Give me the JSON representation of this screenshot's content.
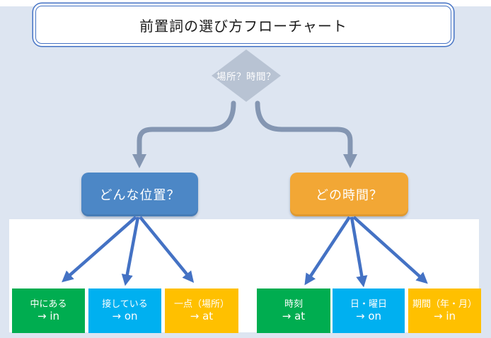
{
  "title": {
    "text": "前置詞の選び方フローチャート"
  },
  "root": {
    "text": "場所？時間？"
  },
  "branches": [
    {
      "question": "どんな位置？",
      "color": "#4C87C6",
      "children": [
        {
          "label": "中にある",
          "prep": "→ in",
          "color": "#00AD50"
        },
        {
          "label": "接している",
          "prep": "→ on",
          "color": "#00B0F0"
        },
        {
          "label": "一点（場所）",
          "prep": "→ at",
          "color": "#FFC000"
        }
      ]
    },
    {
      "question": "どの時間？",
      "color": "#F2A735",
      "children": [
        {
          "label": "時刻",
          "prep": "→  at",
          "color": "#00AD50"
        },
        {
          "label": "日・曜日",
          "prep": "→ on",
          "color": "#00B0F0"
        },
        {
          "label": "期間（年・月）",
          "prep": "→ in",
          "color": "#FFC000"
        }
      ]
    }
  ],
  "colors": {
    "background": "#dde5f1",
    "panel": "#ffffff",
    "title_border": "#4472C4",
    "diamond": "#B8C3D3",
    "connector_curved": "#8496B2",
    "connector_fan": "#4472C4"
  }
}
